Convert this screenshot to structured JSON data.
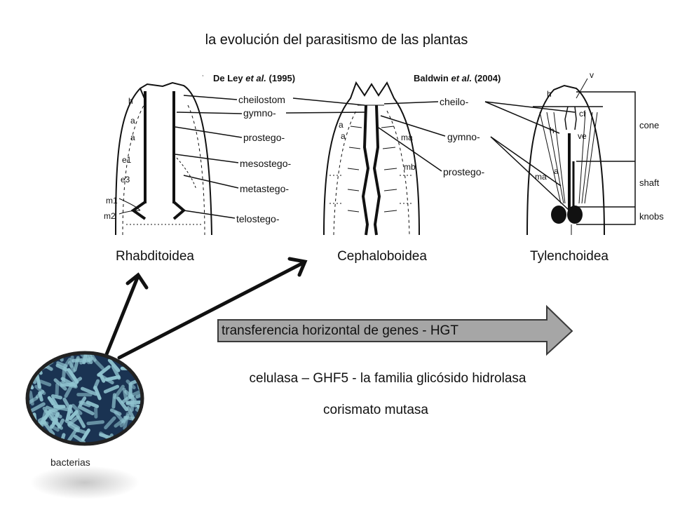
{
  "title": "la evolución del parasitismo de las plantas",
  "references": {
    "left_author": "De Ley",
    "left_etal": "et al.",
    "left_year": "(1995)",
    "right_author": "Baldwin",
    "right_etal": "et al.",
    "right_year": "(2004)"
  },
  "left_panel": {
    "regions": [
      "h",
      "a",
      "a",
      "e1",
      "e3",
      "m1",
      "m2"
    ]
  },
  "stoma_labels": {
    "cheilostom": "cheilostom",
    "gymno": "gymno-",
    "prostego": "prostego-",
    "mesostego": "mesostego-",
    "metastego": "metastego-",
    "telostego": "telostego-"
  },
  "middle_panel": {
    "regions": [
      "a",
      "a",
      "ma",
      "mb"
    ],
    "cheilo": "cheilo-",
    "gymno": "gymno-",
    "prostego": "prostego-"
  },
  "right_panel": {
    "regions": [
      "v",
      "h",
      "cf",
      "h",
      "ve",
      "a",
      "ma"
    ],
    "zones": [
      "cone",
      "shaft",
      "knobs"
    ]
  },
  "taxa": [
    "Rhabditoidea",
    "Cephaloboidea",
    "Tylenchoidea"
  ],
  "hgt_label": "transferencia horizontal de genes - HGT",
  "genes_line1": "celulasa – GHF5 - la familia glicósido hidrolasa",
  "genes_line2": "corismato mutasa",
  "bacteria_label": "bacterias",
  "colors": {
    "arrow_fill": "#a6a6a6",
    "arrow_stroke": "#3a3a3a",
    "bacteria_bg": "#1a3352",
    "bacteria_cell": "#8fc3cf",
    "ellipse_ring": "#222222"
  }
}
